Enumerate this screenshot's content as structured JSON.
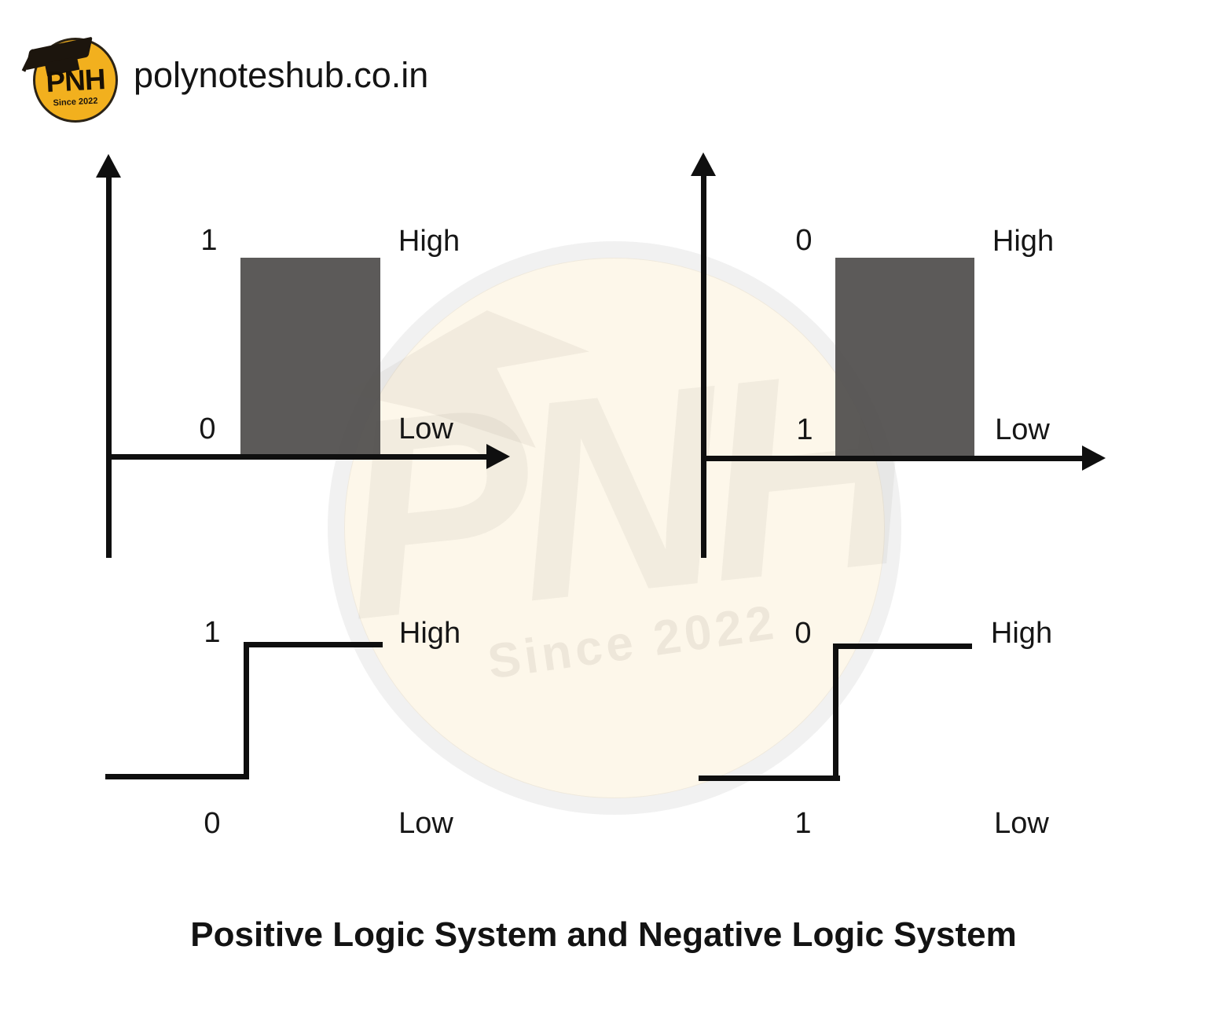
{
  "header": {
    "site_url": "polynoteshub.co.in",
    "logo": {
      "text": "PNH",
      "tagline": "Since 2022"
    }
  },
  "watermark": {
    "text": "PNH",
    "tagline": "Since 2022"
  },
  "caption": "Positive Logic System and Negative Logic System",
  "diagrams": {
    "positive_pulse": {
      "high_value": "1",
      "high_label": "High",
      "low_value": "0",
      "low_label": "Low"
    },
    "negative_pulse": {
      "high_value": "0",
      "high_label": "High",
      "low_value": "1",
      "low_label": "Low"
    },
    "positive_step": {
      "high_value": "1",
      "high_label": "High",
      "low_value": "0",
      "low_label": "Low"
    },
    "negative_step": {
      "high_value": "0",
      "high_label": "High",
      "low_value": "1",
      "low_label": "Low"
    }
  },
  "icons": {
    "logo_cap": "graduation-cap",
    "axis_arrows": "arrowhead"
  },
  "colors": {
    "background": "#ffffff",
    "line": "#0f0f0f",
    "text": "#161616",
    "pulse_fill": "#5d5b5b",
    "logo_yellow": "#f2b01e",
    "logo_dark": "#1c150d",
    "watermark_cream": "#fdf7ea"
  }
}
